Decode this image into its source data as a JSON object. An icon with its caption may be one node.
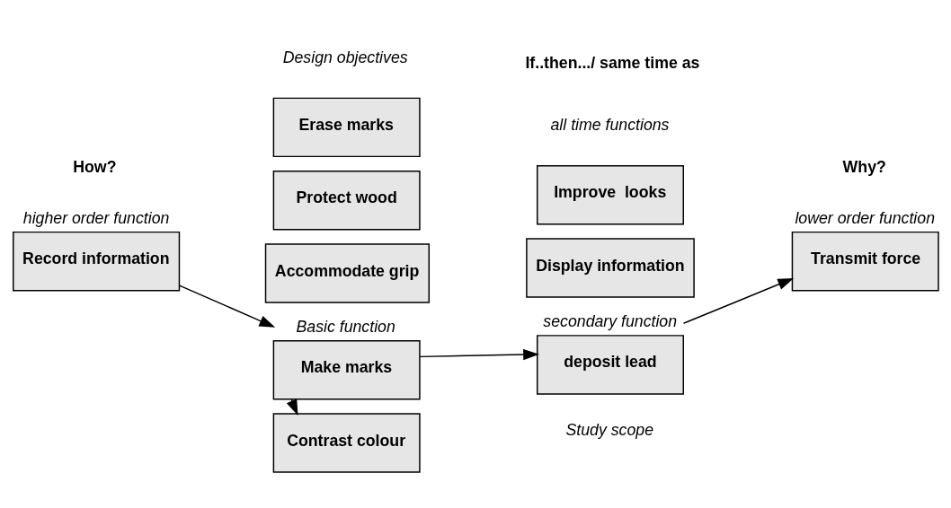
{
  "diagram": {
    "nodes": [
      {
        "text": [
          "Erase marks"
        ]
      },
      {
        "text": [
          "Protect wood"
        ]
      },
      {
        "text": [
          "Accommodate grip"
        ]
      },
      {
        "text": [
          "Improve  looks"
        ]
      },
      {
        "text": [
          "Display information"
        ]
      },
      {
        "text": [
          "Record information"
        ],
        "beside": [
          "higher order function"
        ]
      },
      {
        "text": [
          "Make marks"
        ],
        "beside": [
          "Basic function"
        ]
      },
      {
        "text": [
          "deposit lead"
        ],
        "beside": [
          "secondary function"
        ]
      },
      {
        "text": [
          "Transmit force"
        ],
        "beside": [
          "lower order function"
        ]
      },
      {
        "text": [
          "Contrast colour"
        ]
      }
    ],
    "edges": [
      {
        "from": 5,
        "to": 6,
        "arrow": "to"
      },
      {
        "from": 6,
        "to": 7,
        "arrow": "to"
      },
      {
        "from": 7,
        "to": 8,
        "arrow": "to"
      },
      {
        "from": 6,
        "to": 9,
        "arrow": "to"
      }
    ],
    "labels": [
      "How?",
      "Design objectives",
      "If..then.../ same time as",
      "Why?",
      "all time functions",
      "Study scope"
    ]
  }
}
